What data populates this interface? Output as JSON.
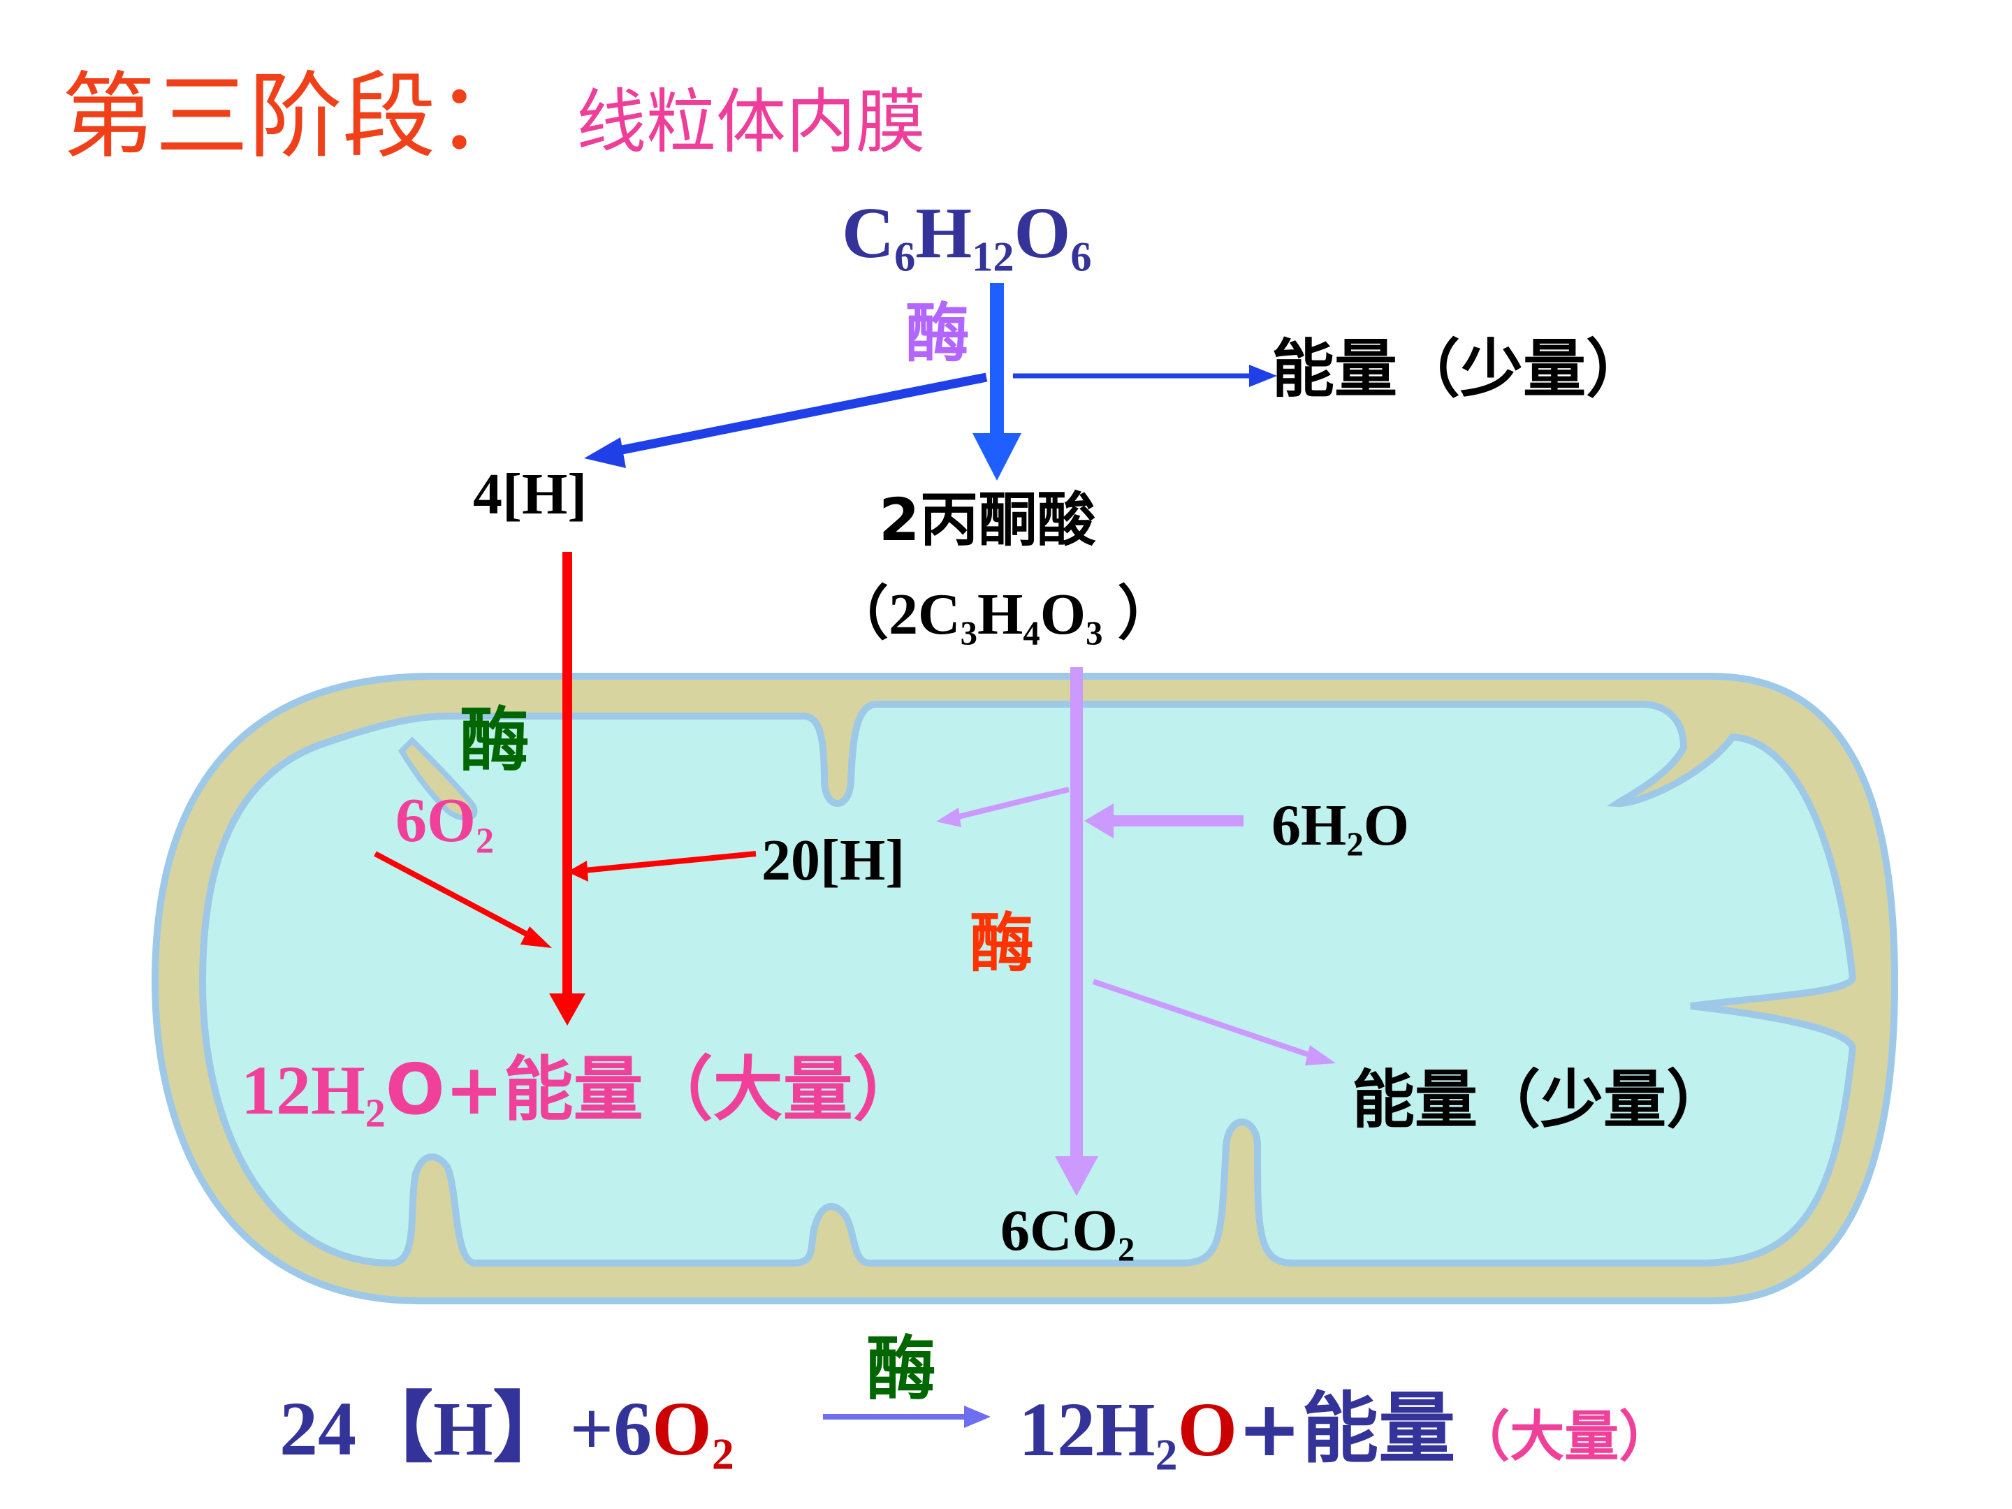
{
  "title": {
    "main": "第三阶段：",
    "sub": "线粒体内膜"
  },
  "colors": {
    "title_main": "#f0401a",
    "title_sub": "#ee3e9a",
    "navy": "#333399",
    "enzyme_purple": "#b266ff",
    "enzyme_green": "#006600",
    "enzyme_orange": "#ff3300",
    "pink": "#f0409a",
    "blue_arrow": "#1f3fe8",
    "red_arrow": "#ff0000",
    "lilac_arrow": "#cc99ff",
    "membrane_outer": "#d8d4a0",
    "membrane_edge": "#9ec8e8",
    "matrix": "#bff2ee",
    "oxygen_red": "#cc0000"
  },
  "formula": {
    "glucose": {
      "c": "C",
      "c_sub": "6",
      "h": "H",
      "h_sub": "12",
      "o": "O",
      "o_sub": "6"
    },
    "pyruvate_cn": "2丙酮酸",
    "pyruvate": {
      "open": "（2C",
      "c_sub": "3",
      "h": "H",
      "h_sub": "4",
      "o": "O",
      "o_sub": "3",
      "close": " ）"
    }
  },
  "labels": {
    "enzyme": "酶",
    "energy_small": "能量（少量）",
    "h4": "4[H]",
    "h20": "20[H]",
    "o2": {
      "num": "6O",
      "sub": "2"
    },
    "water6": {
      "pre": "6H",
      "sub": "2",
      "post": "O"
    },
    "co2": {
      "pre": "6CO",
      "sub": "2"
    },
    "product": {
      "pre": "12H",
      "sub": "2",
      "post": "O+能量（大量）"
    }
  },
  "equation": {
    "h24": "24【H】+6",
    "o": "O",
    "o_sub": "2",
    "product_pre": "12H",
    "product_sub": "2",
    "product_o": "O",
    "product_post": "+能量",
    "small_note": "（大量）"
  },
  "icons": {
    "arrow": "arrow-icon",
    "mitochondrion": "mitochondrion-icon"
  }
}
